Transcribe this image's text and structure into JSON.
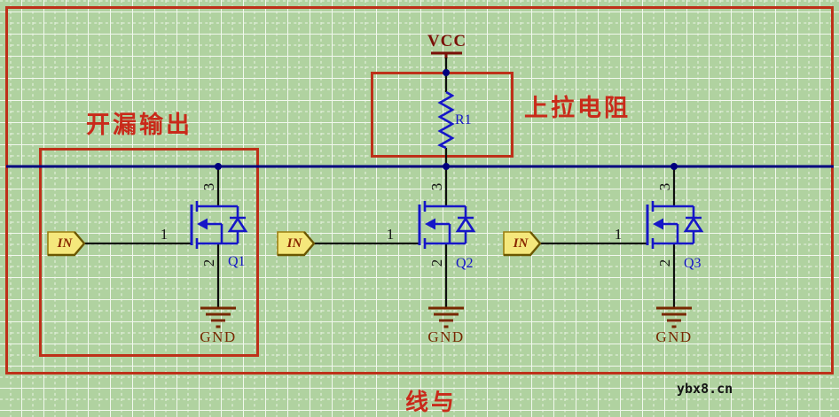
{
  "annotations": {
    "open_drain_label": "开漏输出",
    "pullup_label": "上拉电阻",
    "wired_and_label": "线与"
  },
  "watermark": "ybx8.cn",
  "power_net": {
    "vcc_label": "VCC"
  },
  "resistor": {
    "designator": "R1"
  },
  "transistors": [
    {
      "designator": "Q1",
      "input_label": "IN",
      "gate_pin": "1",
      "source_pin": "2",
      "drain_pin": "3",
      "ground_label": "GND"
    },
    {
      "designator": "Q2",
      "input_label": "IN",
      "gate_pin": "1",
      "source_pin": "2",
      "drain_pin": "3",
      "ground_label": "GND"
    },
    {
      "designator": "Q3",
      "input_label": "IN",
      "gate_pin": "1",
      "source_pin": "2",
      "drain_pin": "3",
      "ground_label": "GND"
    }
  ],
  "colors": {
    "background_green": "#b0d2a0",
    "grid_white": "#f2f8ee",
    "annotation_red": "#be3019",
    "text_red": "#c92a1a",
    "bus_navy": "#00007e",
    "symbol_blue": "#1616c8",
    "wire_black": "#0d0d0d",
    "vcc_maroon": "#7a1008",
    "ground_brown": "#772800",
    "port_yellow": "#f5e87c"
  }
}
